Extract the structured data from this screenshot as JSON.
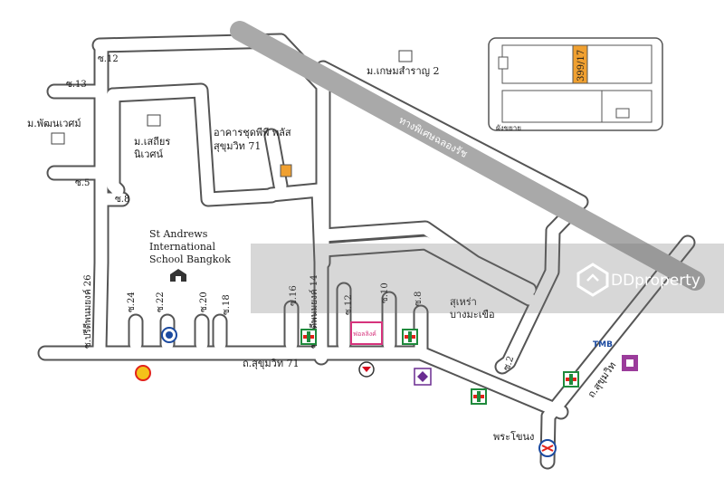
{
  "labels": {
    "moo_kasem": "ม.เกษมสำราญ 2",
    "moo_phatthana": "ม.พัฒนเวศม์",
    "moo_sathian_1": "ม.เสถียร",
    "moo_sathian_2": "นิเวศน์",
    "condo_1": "อาคารชุดพีพี พลัส",
    "condo_2": "สุขุมวิท 71",
    "school_1": "St Andrews",
    "school_2": "International",
    "school_3": "School Bangkok",
    "soi_12_top": "ซ.12",
    "soi_13": "ซ.13",
    "soi_5": "ซ.5",
    "soi_8_left": "ซ.8",
    "pridi_26": "ซ.ปรีดีพนมยงค์ 26",
    "soi_24": "ซ.24",
    "soi_22": "ซ.22",
    "soi_20": "ซ.20",
    "soi_18": "ซ.18",
    "soi_16": "ซ.16",
    "pridi_14": "ซ.ปรีดีพนมยงค์ 14",
    "soi_12_bottom": "ซ.12",
    "soi_10": "ซ.10",
    "soi_8_bottom": "ซ.8",
    "soi_2": "ซ.2",
    "sukhumvit_71": "ถ.สุขุมวิท 71",
    "sukhumvit": "ถ.สุขุมวิท",
    "market_1": "สุเหร่า",
    "market_2": "บางมะเขือ",
    "phra_khanong": "พระโขนง",
    "expressway": "ทางพิเศษฉลองรัช",
    "watermark": "DDproperty",
    "tmb": "TMB",
    "shop_sign": "ฟอลลิงค์"
  },
  "inset": {
    "unit": "399/17",
    "caption": "ผังขยาย"
  },
  "colors": {
    "road_outline": "#555555",
    "expressway": "#a9a9a9",
    "condo": "#f0a030",
    "seven_eleven_green": "#1f8a3c",
    "seven_eleven_red": "#e2231a",
    "shell": "#f4c21a",
    "esso_red": "#d4001a",
    "scb_purple": "#6a2c91",
    "tmb_blue": "#1b4aa0",
    "tmb_orange": "#f29100",
    "watermark": "#ffffff"
  },
  "icons": {
    "seven_eleven": "seven-eleven-icon",
    "shell": "shell-icon",
    "esso": "esso-icon",
    "scb": "scb-bank-icon",
    "tmb": "tmb-bank-icon",
    "bts": "bts-station-icon",
    "school": "school-building-icon",
    "shop": "shop-icon",
    "house": "house-icon"
  }
}
